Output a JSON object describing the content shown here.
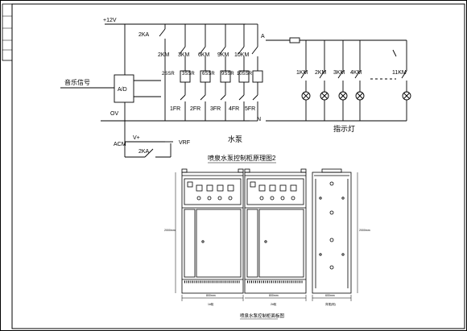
{
  "left_circuit": {
    "supply_label": "+12V",
    "input_label": "音乐信号",
    "converter_label": "A/D",
    "ov_label": "OV",
    "acm_label": "ACM",
    "v_plus_label": "V+",
    "vrf_label": "VRF",
    "relay_2ka_top": "2KA",
    "relay_2ka_bottom": "2KA",
    "km_labels": [
      "2KM",
      "3KM",
      "6KM",
      "9KM",
      "10KM"
    ],
    "ssr_labels": [
      "2SSR",
      "3SSR",
      "6SSR",
      "9SSR",
      "10SSR"
    ],
    "fr_labels": [
      "1FR",
      "2FR",
      "3FR",
      "4FR",
      "5FR"
    ],
    "pump_label": "水泵"
  },
  "right_circuit": {
    "line_a": "A",
    "line_n": "N",
    "km_labels": [
      "1KM",
      "2KM",
      "3KM",
      "4KM",
      "11KM"
    ],
    "indicator_label": "指示灯"
  },
  "diagram_title": "喷泉水泵控制柜原理图2",
  "cabinet_caption": "喷泉水泵控制柜面板图",
  "dimension_notes": {
    "height_left": "2000mm",
    "height_right": "2000mm",
    "width_1": "800mm",
    "width_2": "800mm",
    "width_3": "600mm",
    "cab_1": "1#柜",
    "cab_2": "2#柜",
    "cab_3": "背视(侧)"
  }
}
